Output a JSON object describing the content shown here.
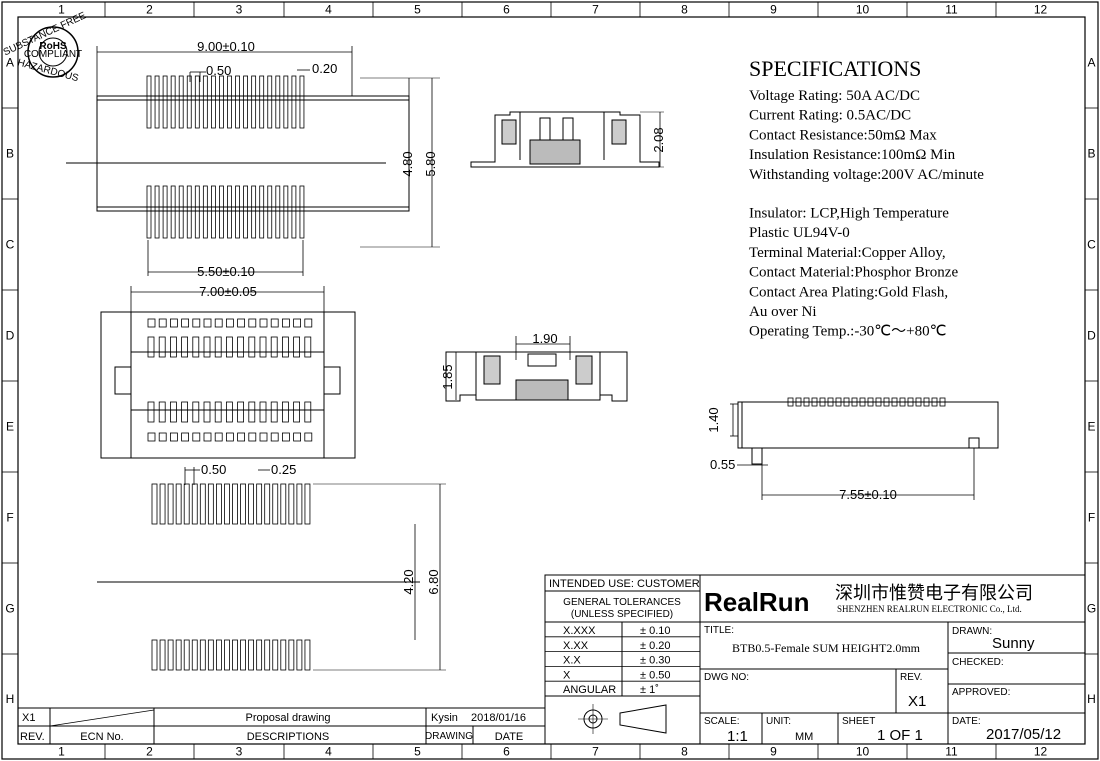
{
  "zones": {
    "columns": [
      "1",
      "2",
      "3",
      "4",
      "5",
      "6",
      "7",
      "8",
      "9",
      "10",
      "11",
      "12"
    ],
    "rows": [
      "A",
      "B",
      "C",
      "D",
      "E",
      "F",
      "G",
      "H"
    ]
  },
  "logo_badge": {
    "text_top": "SUBSTANCE FREE",
    "text_mid": "RoHS",
    "text_mid2": "COMPLIANT",
    "text_bottom": "HAZARDOUS"
  },
  "specifications": {
    "title": "SPECIFICATIONS",
    "lines": [
      "Voltage Rating: 50A AC/DC",
      "Current Rating: 0.5AC/DC",
      "Contact Resistance:50mΩ  Max",
      "Insulation Resistance:100mΩ  Min",
      "Withstanding voltage:200V AC/minute",
      "",
      "Insulator: LCP,High Temperature",
      "Plastic UL94V-0",
      "Terminal Material:Copper Alloy,",
      "Contact Material:Phosphor Bronze",
      "Contact Area Plating:Gold Flash,",
      "                    Au over Ni",
      "Operating Temp.:-30℃～+80℃"
    ]
  },
  "dimensions": {
    "top_view_width": "9.00±0.10",
    "top_view_pitch": "0.50",
    "top_view_pin_width": "0.20",
    "top_view_inner_h": "4.80",
    "top_view_outer_h": "5.80",
    "top_view_span": "5.50±0.10",
    "side_height_top": "2.08",
    "bottom_view_width": "7.00±0.05",
    "section_width": "1.90",
    "section_height": "1.85",
    "side_height": "1.40",
    "side_offset": "0.55",
    "side_length": "7.55±0.10",
    "pad_pitch": "0.50",
    "pad_width": "0.25",
    "pad_inner": "4.20",
    "pad_outer": "6.80"
  },
  "title_block": {
    "intended_use": "INTENDED USE: CUSTOMER",
    "gen_tol_1": "GENERAL TOLERANCES",
    "gen_tol_2": "(UNLESS SPECIFIED)",
    "tolerances": [
      {
        "key": "X.XXX",
        "val": "± 0.10"
      },
      {
        "key": "X.XX",
        "val": "± 0.20"
      },
      {
        "key": "X.X",
        "val": "± 0.30"
      },
      {
        "key": "X",
        "val": "± 0.50"
      },
      {
        "key": "ANGULAR",
        "val": "± 1˚"
      }
    ],
    "company_logo": "RealRun",
    "company_cn": "深圳市惟赞电子有限公司",
    "company_en": "SHENZHEN REALRUN ELECTRONIC Co., Ltd.",
    "title_label": "TITLE:",
    "title_value": "BTB0.5-Female SUM HEIGHT2.0mm",
    "dwg_no_label": "DWG NO:",
    "rev_label": "REV.",
    "rev_value": "X1",
    "scale_label": "SCALE:",
    "scale_value": "1:1",
    "unit_label": "UNIT:",
    "unit_value": "MM",
    "sheet_label": "SHEET",
    "sheet_value": "1  OF  1",
    "drawn_label": "DRAWN:",
    "drawn_value": "Sunny",
    "checked_label": "CHECKED:",
    "approved_label": "APPROVED:",
    "date_label": "DATE:",
    "date_value": "2017/05/12"
  },
  "revision_block": {
    "rev_header": "REV.",
    "ecn_header": "ECN  No.",
    "desc_header": "DESCRIPTIONS",
    "drawing_header": "DRAWING",
    "date_header": "DATE",
    "row_rev": "X1",
    "row_desc": "Proposal drawing",
    "row_drawing": "Kysin",
    "row_date": "2018/01/16"
  }
}
